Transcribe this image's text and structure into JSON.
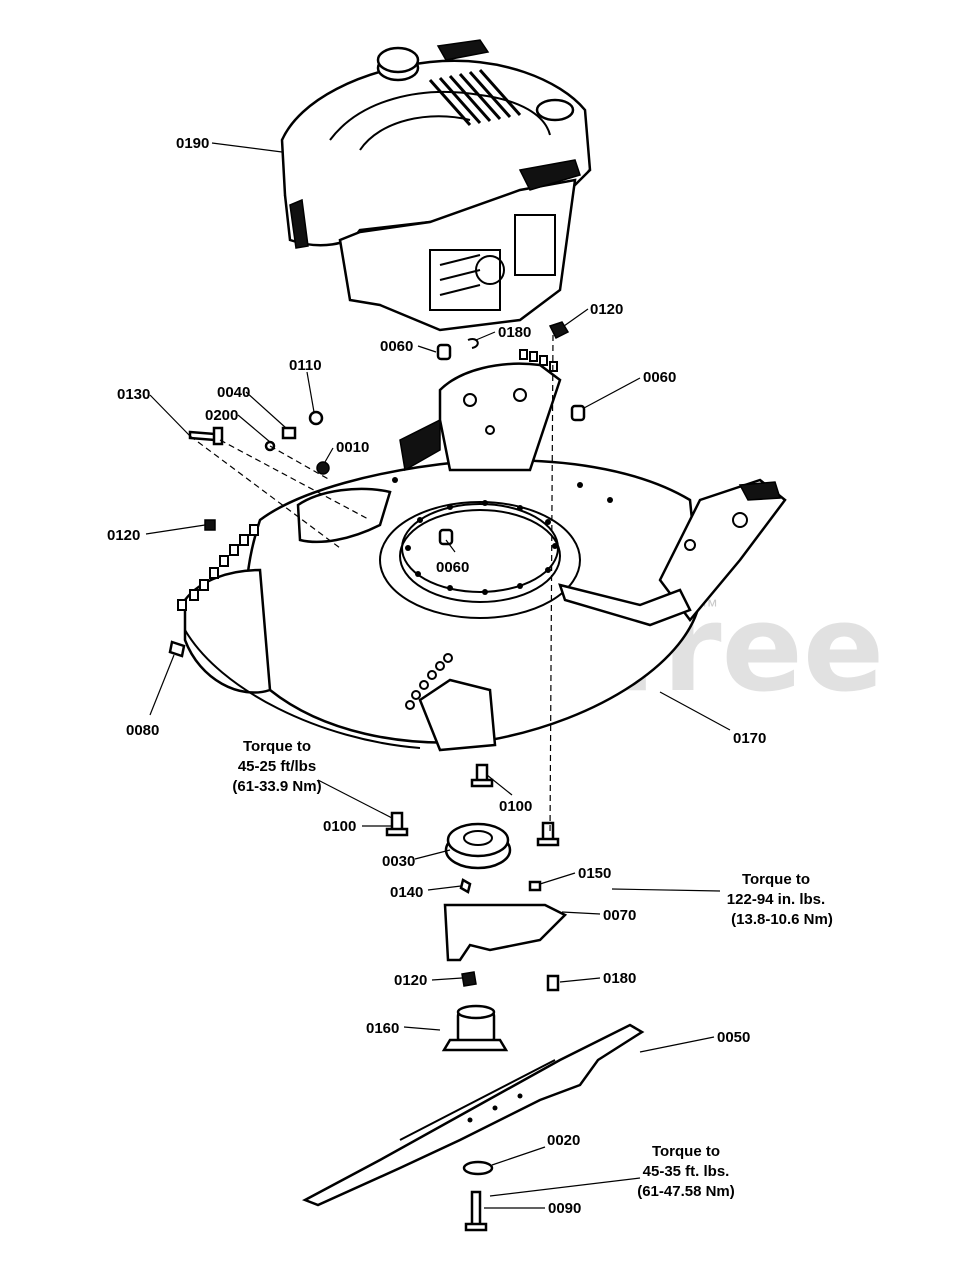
{
  "watermark": {
    "text": "PartsTree",
    "mark": "™"
  },
  "callouts": [
    {
      "id": "0190",
      "text": "0190"
    },
    {
      "id": "0120a",
      "text": "0120"
    },
    {
      "id": "0180a",
      "text": "0180"
    },
    {
      "id": "0060a",
      "text": "0060"
    },
    {
      "id": "0110",
      "text": "0110"
    },
    {
      "id": "0060b",
      "text": "0060"
    },
    {
      "id": "0130",
      "text": "0130"
    },
    {
      "id": "0040",
      "text": "0040"
    },
    {
      "id": "0200",
      "text": "0200"
    },
    {
      "id": "0010",
      "text": "0010"
    },
    {
      "id": "0120b",
      "text": "0120"
    },
    {
      "id": "0060c",
      "text": "0060"
    },
    {
      "id": "0080",
      "text": "0080"
    },
    {
      "id": "0170",
      "text": "0170"
    },
    {
      "id": "0100a",
      "text": "0100"
    },
    {
      "id": "0100b",
      "text": "0100"
    },
    {
      "id": "0030",
      "text": "0030"
    },
    {
      "id": "0150",
      "text": "0150"
    },
    {
      "id": "0140",
      "text": "0140"
    },
    {
      "id": "0070",
      "text": "0070"
    },
    {
      "id": "0120c",
      "text": "0120"
    },
    {
      "id": "0180b",
      "text": "0180"
    },
    {
      "id": "0160",
      "text": "0160"
    },
    {
      "id": "0050",
      "text": "0050"
    },
    {
      "id": "0020",
      "text": "0020"
    },
    {
      "id": "0090",
      "text": "0090"
    }
  ],
  "torque_notes": [
    {
      "id": "torque-spindle",
      "lines": [
        "Torque to",
        "45-25 ft/lbs",
        "(61-33.9 Nm)"
      ]
    },
    {
      "id": "torque-bracket",
      "lines": [
        "Torque to",
        "122-94 in. lbs.",
        "(13.8-10.6 Nm)"
      ]
    },
    {
      "id": "torque-blade",
      "lines": [
        "Torque to",
        "45-35 ft. lbs.",
        "(61-47.58 Nm)"
      ]
    }
  ]
}
